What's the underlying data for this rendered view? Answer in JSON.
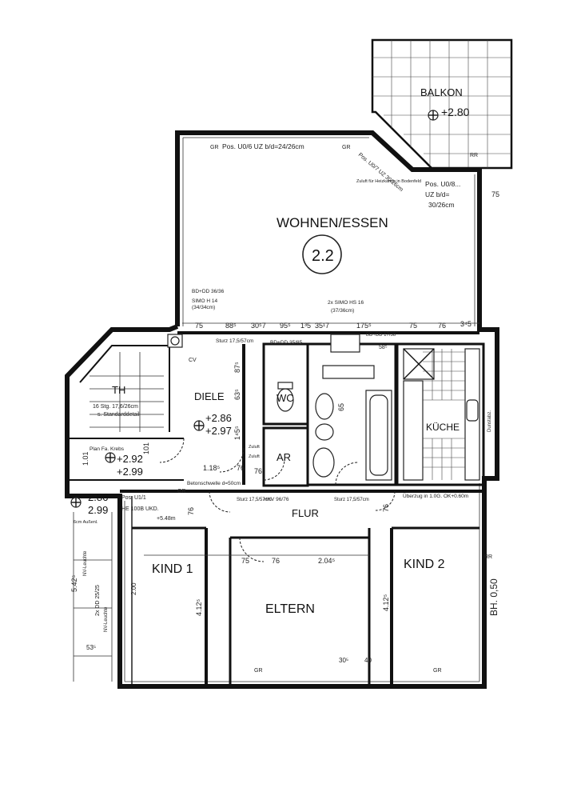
{
  "rooms": {
    "balkon": "BALKON",
    "balkon_level": "+2.80",
    "wohnen": "WOHNEN/ESSEN",
    "unit_no": "2.2",
    "diele": "DIELE",
    "diele_level1": "+2.86",
    "diele_level2": "+2.97",
    "th": "TH",
    "th_level1": "+2.92",
    "th_level2": "+2.99",
    "stair_level1": "2.86",
    "stair_level2": "2.99",
    "wc": "WC",
    "ar": "AR",
    "kueche": "KÜCHE",
    "flur": "FLUR",
    "kind1": "KIND 1",
    "eltern": "ELTERN",
    "kind2": "KIND 2"
  },
  "notes": {
    "uz_top": "Pos. U0/6 UZ b/d=24/26cm",
    "uz_right_1": "Pos. U0/8...",
    "uz_right_2": "UZ b/d=",
    "uz_right_3": "30/26cm",
    "uz_diag": "Pos. U0/7 UZ 30/26cm",
    "zuluft": "Zuluft für Heizkamin in Bodenfeld",
    "bd_left": "BD+DD 36/36",
    "simo_left": "SIMO H 14",
    "simo_left_2": "(34/34cm)",
    "simo_mid": "2x SIMO HS 16",
    "simo_mid_2": "(37/36cm)",
    "bd_mid": "BD+DD 35/85",
    "bd_right": "BD+DD 17/38",
    "sturz_top": "Sturz 17,5/57cm",
    "th_stg": "16 Stg. 17,6/26cm",
    "th_detail": "s. Standarddetail",
    "plan_fa": "Plan Fa. Krebs",
    "betonschwelle": "Betonschwelle d=50cm",
    "pos_u1": "Pos. U1/1",
    "he_ukd": "HE 100B UKD.",
    "he_level": "+5.48m",
    "hkv": "HKV 96/76",
    "sturz_flur1": "Sturz 17,5/57cm",
    "sturz_flur2": "Sturz 17,5/57cm",
    "ueberzug": "Überzug in 1.0G. OK+0.60m",
    "bh": "BH. 0,50",
    "aussen": "6cm Außenl.",
    "nv1": "NV-Leuchte",
    "nv2": "NV-Leuchte",
    "dd_left": "2x DD 25/25",
    "gr": "GR",
    "rr": "RR",
    "cv": "CV",
    "zuluft_short": "Zuluft",
    "dunstabz": "Dunstabz."
  },
  "dims": {
    "top_75": "75",
    "top_88": "88⁵",
    "top_30": "30⁵7",
    "top_95": "95⁵",
    "top_135": "1³5",
    "top_175a": "35¹7",
    "top_175b": "175⁵",
    "top_r75": "75",
    "top_r76": "76",
    "top_r34": "3⁴5",
    "r75": "75",
    "d87": "87⁵",
    "d635": "63⁵",
    "d1455": "1⁴5⁵",
    "d118": "1.18⁵",
    "d76a": "76",
    "d76b": "76",
    "d101": "1.01",
    "d101b": "101",
    "d75": "75",
    "d76c": "76",
    "d2045": "2.04⁵",
    "d4125a": "4.12⁵",
    "d4125b": "4.12⁵",
    "d200": "2.00",
    "d5425": "5.42⁵",
    "d30": "30⁵",
    "d40": "40",
    "d535": "53⁵",
    "d65": "65",
    "d58": "58⁵",
    "d76d": "76",
    "d76e": "76"
  }
}
